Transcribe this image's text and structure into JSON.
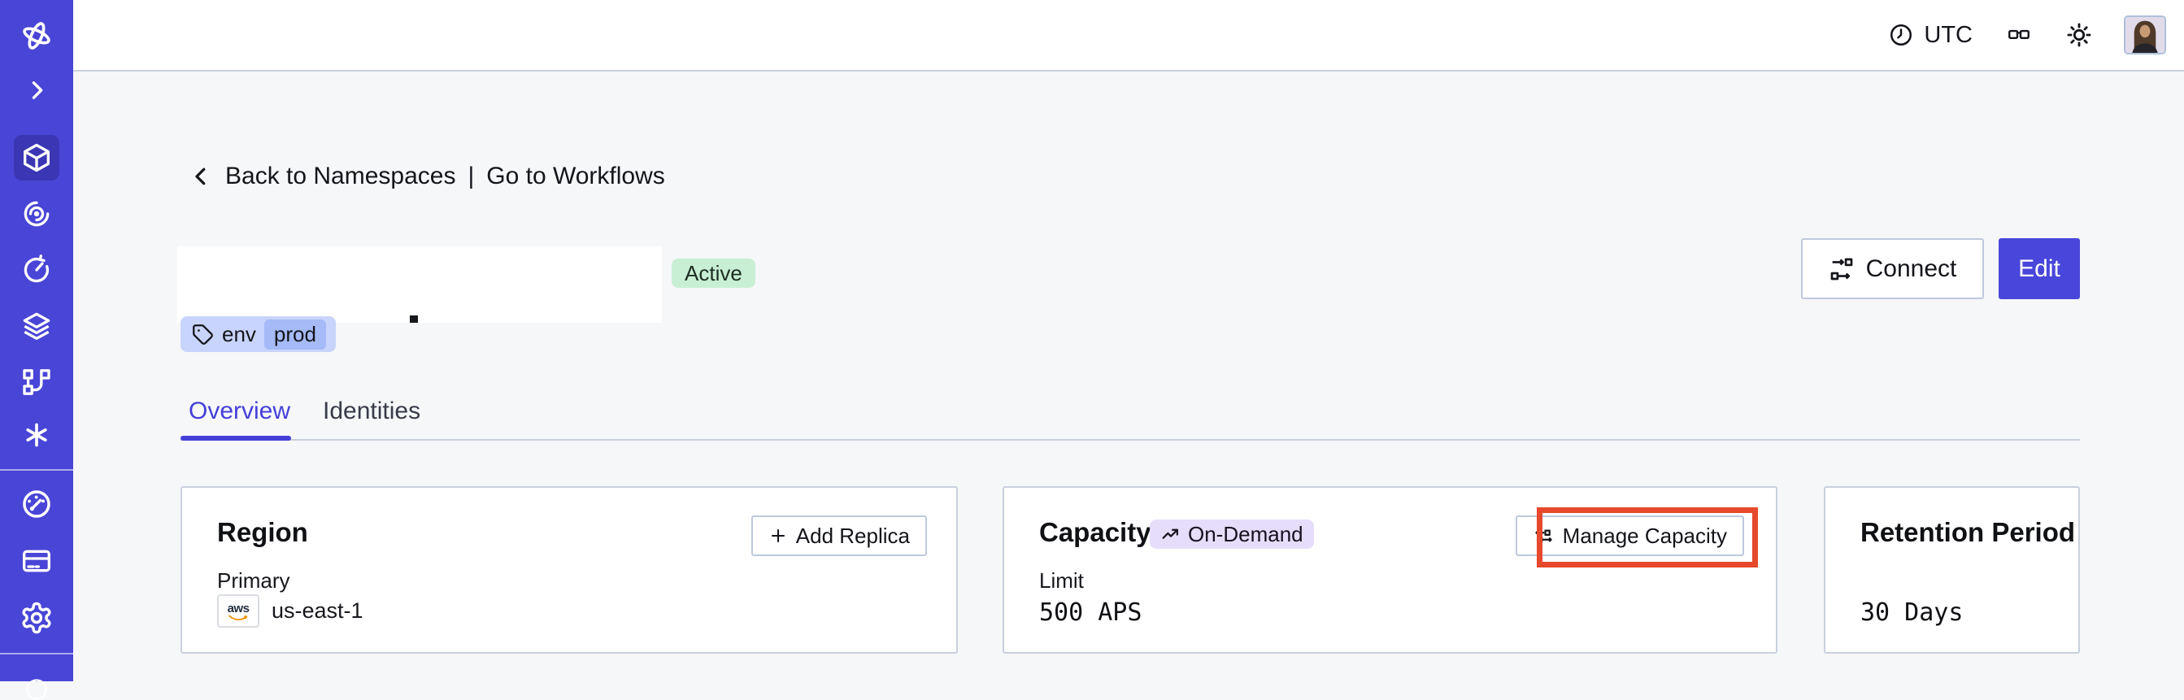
{
  "topbar": {
    "timezone_label": "UTC"
  },
  "breadcrumb": {
    "back_label": "Back to Namespaces",
    "separator": "|",
    "workflows_label": "Go to Workflows"
  },
  "namespace": {
    "status": "Active",
    "tag_key": "env",
    "tag_value": "prod"
  },
  "actions": {
    "connect": "Connect",
    "edit": "Edit"
  },
  "tabs": {
    "overview": "Overview",
    "identities": "Identities"
  },
  "region_card": {
    "title": "Region",
    "add_replica": "Add Replica",
    "primary_label": "Primary",
    "provider": "aws",
    "region": "us-east-1"
  },
  "capacity_card": {
    "title": "Capacity",
    "mode_badge": "On-Demand",
    "manage_button": "Manage Capacity",
    "limit_label": "Limit",
    "limit_value": "500 APS"
  },
  "retention_card": {
    "title": "Retention Period",
    "value": "30 Days"
  },
  "sidebar": {
    "icons": [
      "temporal-logo-icon",
      "chevron-right-icon",
      "namespaces-cube-icon",
      "monitoring-radar-icon",
      "schedules-timer-icon",
      "deployments-layers-icon",
      "nexus-branch-icon",
      "batch-asterisk-icon",
      "usage-gauge-icon",
      "billing-card-icon",
      "settings-gear-icon",
      "partial-bottom-icon"
    ]
  },
  "colors": {
    "sidebar": "#4945D6",
    "sidebar_active": "#3A36B4",
    "accent": "#4946DB",
    "tab_active": "#443FD9",
    "status_active_bg": "#C8EFD3",
    "tag_bg": "#C8D4FB",
    "tag_value_bg": "#A5BAF7",
    "ondemand_bg": "#E6DDFA",
    "highlight_red": "#E6492B",
    "aws_orange": "#F29100",
    "page_bg": "#F6F7F9",
    "card_border": "#C9D0DE"
  }
}
